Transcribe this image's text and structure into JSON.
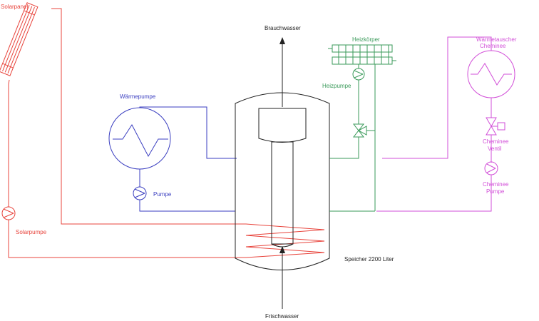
{
  "labels": {
    "solarpanel": "Solarpanel",
    "solarpumpe": "Solarpumpe",
    "waermepumpe": "Wärmepumpe",
    "pumpe": "Pumpe",
    "brauchwasser": "Brauchwasser",
    "frischwasser": "Frischwasser",
    "speicher": "Speicher 2200 Liter",
    "heizkoerper": "Heizkörper",
    "heizpumpe": "Heizpumpe",
    "waermetauscher_line1": "Wärmetauscher",
    "waermetauscher_line2": "Cheminee",
    "cheminee_ventil_line1": "Cheminee",
    "cheminee_ventil_line2": "Ventil",
    "cheminee_pumpe_line1": "Cheminee",
    "cheminee_pumpe_line2": "Pumpe"
  },
  "colors": {
    "solar": "#e8443c",
    "heatpump": "#3a3ec0",
    "heating": "#3a9a5a",
    "fireplace": "#d24fd8",
    "tank": "#222222"
  }
}
